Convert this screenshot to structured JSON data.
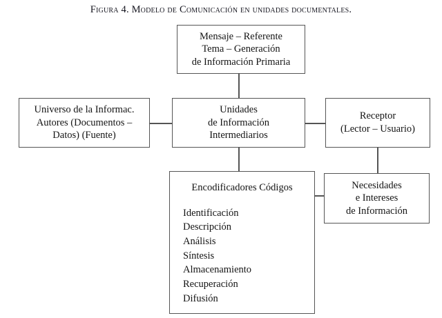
{
  "figure": {
    "caption": "Figura 4. Modelo de Comunicación en unidades documentales."
  },
  "colors": {
    "background": "#ffffff",
    "border": "#545454",
    "text": "#141414",
    "caption_text": "#14141e"
  },
  "diagram": {
    "type": "flowchart",
    "nodes": [
      {
        "id": "mensaje",
        "lines": [
          "Mensaje – Referente",
          "Tema – Generación",
          "de Información Primaria"
        ]
      },
      {
        "id": "universo",
        "lines": [
          "Universo de la Informac.",
          "Autores (Documentos –",
          "Datos) (Fuente)"
        ]
      },
      {
        "id": "unidades",
        "lines": [
          "Unidades",
          "de Información",
          "Intermediarios"
        ]
      },
      {
        "id": "receptor",
        "lines": [
          "Receptor",
          "(Lector – Usuario)"
        ]
      },
      {
        "id": "necesidades",
        "lines": [
          "Necesidades",
          "e Intereses",
          "de Información"
        ]
      },
      {
        "id": "encodificadores",
        "title": "Encodificadores Códigos",
        "items": [
          "Identificación",
          "Descripción",
          "Análisis",
          "Síntesis",
          "Almacenamiento",
          "Recuperación",
          "Difusión"
        ]
      }
    ],
    "connectors": [
      {
        "id": "mensaje-unidades",
        "from": "mensaje",
        "to": "unidades",
        "orientation": "vertical"
      },
      {
        "id": "universo-unidades",
        "from": "universo",
        "to": "unidades",
        "orientation": "horizontal"
      },
      {
        "id": "unidades-receptor",
        "from": "unidades",
        "to": "receptor",
        "orientation": "horizontal"
      },
      {
        "id": "unidades-encodif",
        "from": "unidades",
        "to": "encodificadores",
        "orientation": "vertical"
      },
      {
        "id": "receptor-necesidades",
        "from": "receptor",
        "to": "necesidades",
        "orientation": "vertical"
      },
      {
        "id": "encodif-necesidades",
        "from": "encodificadores",
        "to": "necesidades",
        "orientation": "horizontal"
      }
    ]
  }
}
